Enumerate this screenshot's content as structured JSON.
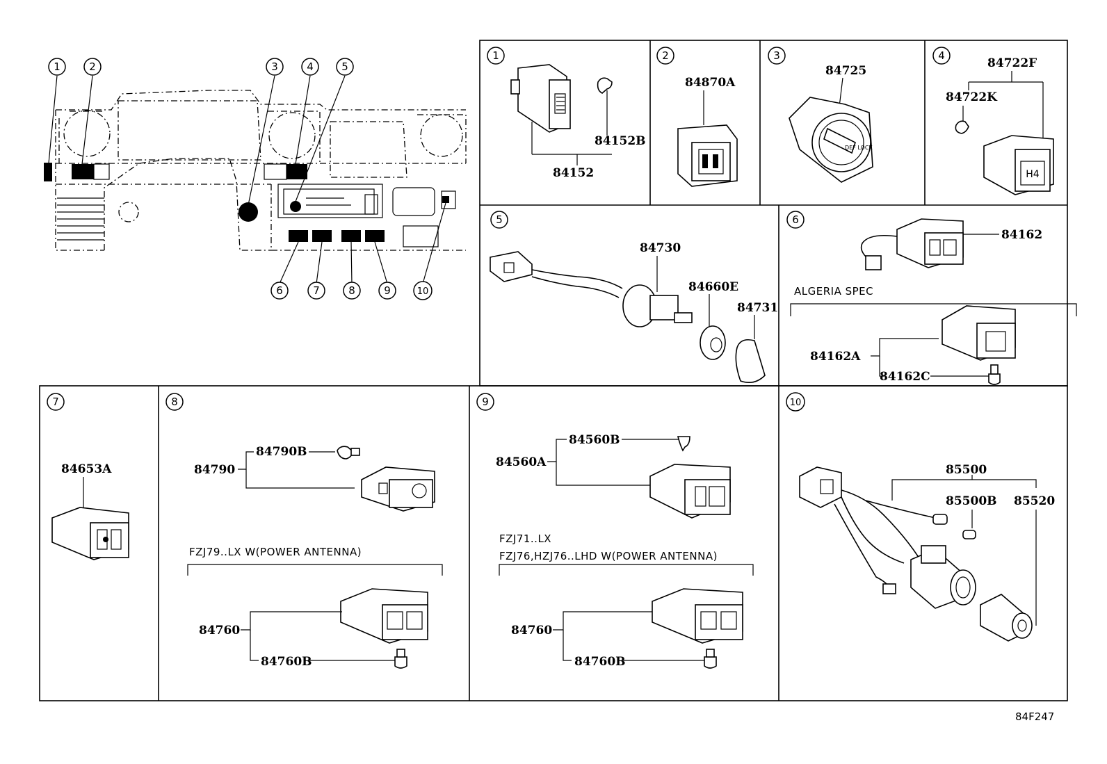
{
  "figure_code": "84F247",
  "overview": {
    "callouts": [
      "①",
      "②",
      "③",
      "④",
      "⑤",
      "⑥",
      "⑦",
      "⑧",
      "⑨",
      "⑩"
    ]
  },
  "panels": [
    {
      "id": "1",
      "number": "①",
      "parts": [
        "84152B",
        "84152"
      ]
    },
    {
      "id": "2",
      "number": "②",
      "parts": [
        "84870A"
      ]
    },
    {
      "id": "3",
      "number": "③",
      "parts": [
        "84725"
      ]
    },
    {
      "id": "4",
      "number": "④",
      "parts": [
        "84722F",
        "84722K"
      ]
    },
    {
      "id": "5",
      "number": "⑤",
      "parts": [
        "84730",
        "84660E",
        "84731"
      ]
    },
    {
      "id": "6",
      "number": "⑥",
      "parts": [
        "84162",
        "84162A",
        "84162C"
      ],
      "captions": [
        "ALGERIA SPEC"
      ]
    },
    {
      "id": "7",
      "number": "⑦",
      "parts": [
        "84653A"
      ]
    },
    {
      "id": "8",
      "number": "⑧",
      "parts": [
        "84790B",
        "84790",
        "84760",
        "84760B"
      ],
      "captions": [
        "FZJ79..LX W(POWER ANTENNA)"
      ]
    },
    {
      "id": "9",
      "number": "⑨",
      "parts": [
        "84560B",
        "84560A",
        "84760",
        "84760B"
      ],
      "captions": [
        "FZJ71..LX",
        "FZJ76,HZJ76..LHD W(POWER ANTENNA)"
      ]
    },
    {
      "id": "10",
      "number": "⑩",
      "parts": [
        "85500",
        "85500B",
        "85520"
      ]
    }
  ],
  "panel_labels": {
    "p4_switch_face": "H4",
    "p3_knob_text": "DEF LOCK"
  }
}
